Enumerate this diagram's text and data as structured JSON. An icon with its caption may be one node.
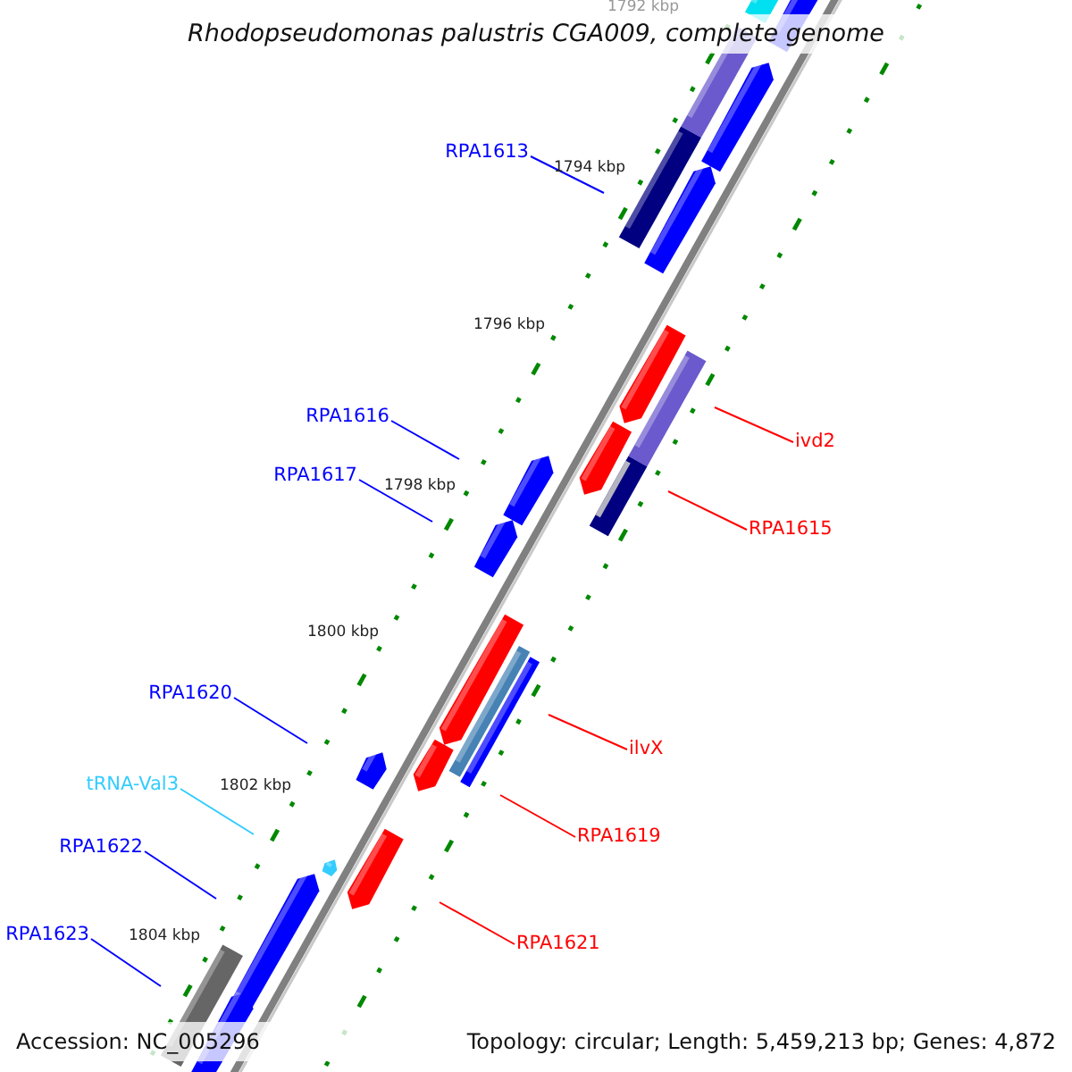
{
  "diagram": {
    "title": "Rhodopseudomonas palustris CGA009, complete genome",
    "nodes": [
      {
        "text": [
          "RPA1613"
        ]
      },
      {
        "text": [
          "RPA1616"
        ]
      },
      {
        "text": [
          "ivd2"
        ]
      },
      {
        "text": [
          "RPA1617"
        ]
      },
      {
        "text": [
          "RPA1615"
        ]
      },
      {
        "text": [
          "RPA1620"
        ]
      },
      {
        "text": [
          "ilvX"
        ]
      },
      {
        "text": [
          "tRNA-Val3"
        ]
      },
      {
        "text": [
          "RPA1619"
        ]
      },
      {
        "text": [
          "RPA1622"
        ]
      },
      {
        "text": [
          "RPA1623"
        ]
      },
      {
        "text": [
          "RPA1621"
        ]
      }
    ],
    "edges": [
      {
        "from": 0,
        "to": null,
        "arrow": "none"
      },
      {
        "from": 1,
        "to": null,
        "arrow": "none"
      },
      {
        "from": 2,
        "to": null,
        "arrow": "none",
        "color": "#ff0000"
      },
      {
        "from": 3,
        "to": null,
        "arrow": "none"
      },
      {
        "from": 4,
        "to": null,
        "arrow": "none",
        "color": "#ff0000"
      },
      {
        "from": 5,
        "to": null,
        "arrow": "none"
      },
      {
        "from": 6,
        "to": null,
        "arrow": "none",
        "color": "#ff0000"
      },
      {
        "from": 7,
        "to": null,
        "arrow": "none",
        "color": "#33ccff"
      },
      {
        "from": 8,
        "to": null,
        "arrow": "none",
        "color": "#ff0000"
      },
      {
        "from": 9,
        "to": null,
        "arrow": "none"
      },
      {
        "from": 10,
        "to": null,
        "arrow": "none"
      },
      {
        "from": 11,
        "to": null,
        "arrow": "none",
        "color": "#ff0000"
      }
    ],
    "labels": [
      "1792 kbp",
      "1794 kbp",
      "1796 kbp",
      "1798 kbp",
      "1800 kbp",
      "1802 kbp",
      "1804 kbp",
      "Accession: NC_005296",
      "Topology: circular; Length: 5,459,213 bp; Genes: 4,872"
    ]
  }
}
